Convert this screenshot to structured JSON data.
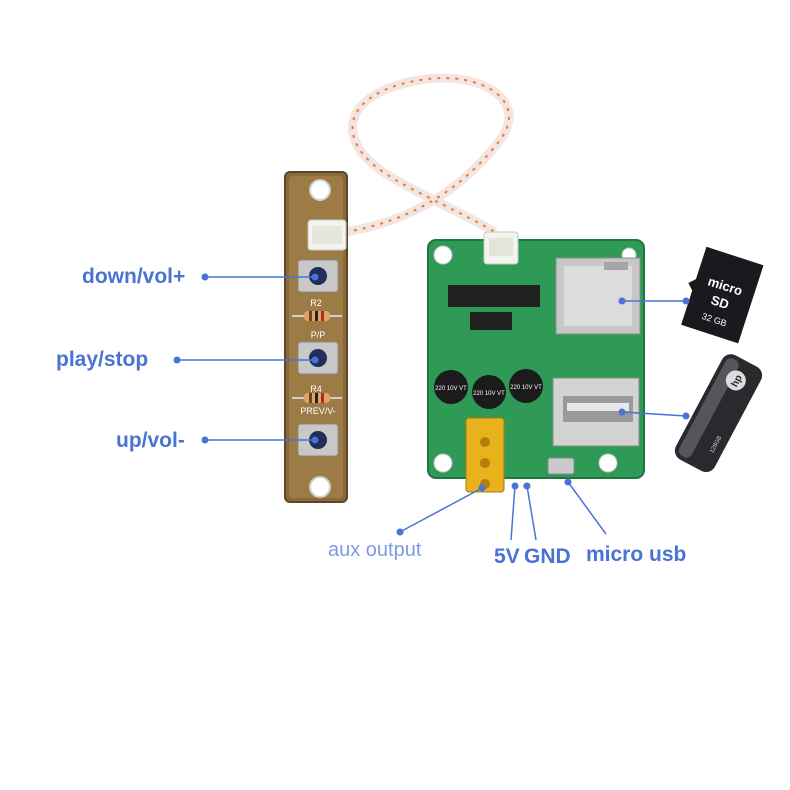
{
  "labels": {
    "down_vol": "down/vol+",
    "play_stop": "play/stop",
    "up_vol": "up/vol-",
    "aux_output": "aux output",
    "five_v": "5V",
    "gnd": "GND",
    "micro_usb": "micro usb"
  },
  "silkscreen": {
    "r2": "R2",
    "pp": "P/P",
    "r4": "R4",
    "prev": "PREV/V-",
    "cap": "220 10V VT"
  },
  "sd_card": {
    "brand": "micro",
    "logo": "SD",
    "capacity": "32 GB"
  },
  "usb_drive": {
    "brand": "hp",
    "capacity": "128GB"
  },
  "colors": {
    "label_blue": "#4a73d6",
    "pcb_green": "#2e9a55",
    "pcb_brown": "#8a6a3a",
    "aux_jack": "#e8b21c"
  }
}
